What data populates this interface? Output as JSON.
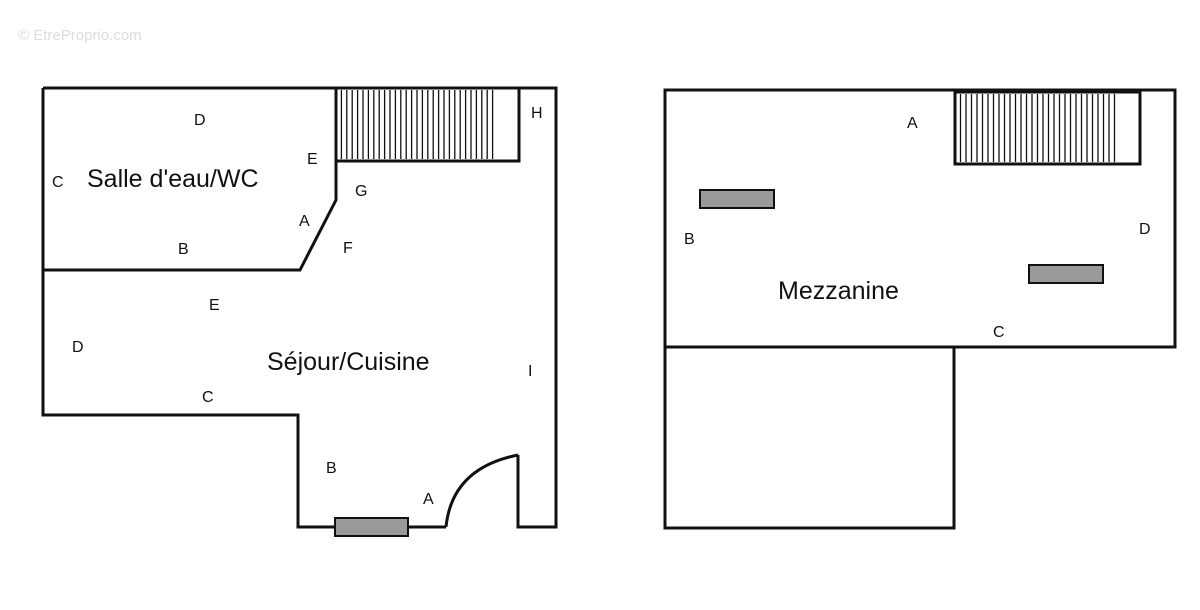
{
  "watermark": "© EtreProprio.com",
  "colors": {
    "wall": "#111111",
    "window_fill": "#9a9a9a",
    "background": "#ffffff"
  },
  "rooms": {
    "salle_eau": "Salle d'eau/WC",
    "sejour": "Séjour/Cuisine",
    "mezzanine": "Mezzanine"
  },
  "markers": {
    "ground": {
      "salle_d": "D",
      "salle_c": "C",
      "salle_e": "E",
      "salle_a": "A",
      "salle_b": "B",
      "stair_h": "H",
      "sejour_g": "G",
      "sejour_f": "F",
      "sejour_e": "E",
      "sejour_d": "D",
      "sejour_c": "C",
      "sejour_i": "I",
      "sejour_b": "B",
      "sejour_a": "A"
    },
    "mezzanine": {
      "a": "A",
      "b": "B",
      "c": "C",
      "d": "D"
    }
  }
}
